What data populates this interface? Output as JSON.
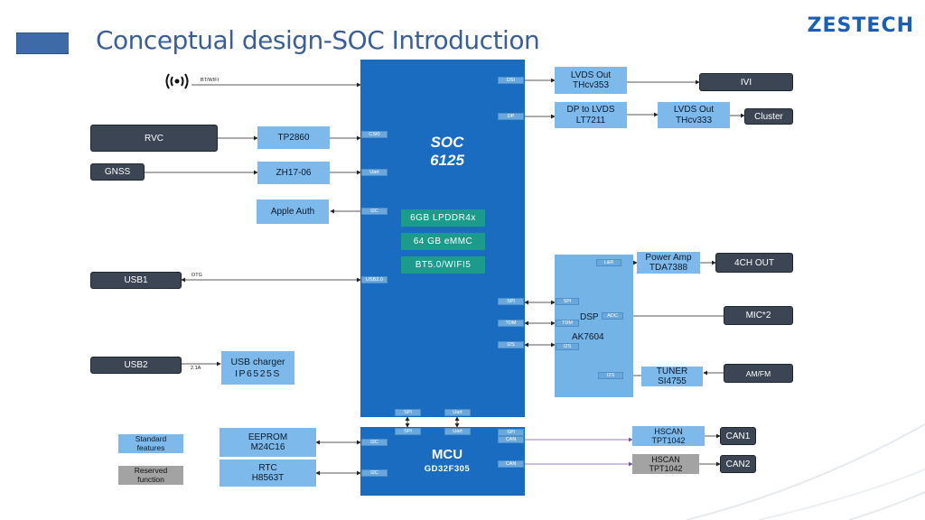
{
  "header": {
    "title": "Conceptual design-SOC Introduction",
    "logo": "ZESTECH"
  },
  "soc": {
    "line1": "SOC",
    "line2": "6125"
  },
  "memory": {
    "ram": "6GB LPDDR4x",
    "emmc": "64 GB eMMC",
    "wireless": "BT5.0/WIFI5"
  },
  "mcu": {
    "name": "MCU",
    "part": "GD32F305"
  },
  "dsp": {
    "name": "DSP",
    "part": "AK7604"
  },
  "blocks": {
    "rvc": "RVC",
    "gnss": "GNSS",
    "usb1": "USB1",
    "usb2": "USB2",
    "tp2860": "TP2860",
    "zh17": "ZH17-06",
    "apple_auth": "Apple Auth",
    "usb_charger_l1": "USB charger",
    "usb_charger_l2": "IP6525S",
    "lvds_out1_l1": "LVDS Out",
    "lvds_out1_l2": "THcv353",
    "dp_lvds_l1": "DP to LVDS",
    "dp_lvds_l2": "LT7211",
    "lvds_out2_l1": "LVDS Out",
    "lvds_out2_l2": "THcv333",
    "ivi": "IVI",
    "cluster": "Cluster",
    "power_amp_l1": "Power Amp",
    "power_amp_l2": "TDA7388",
    "out4ch": "4CH OUT",
    "mic": "MIC*2",
    "tuner_l1": "TUNER",
    "tuner_l2": "SI4755",
    "amfm": "AM/FM",
    "eeprom_l1": "EEPROM",
    "eeprom_l2": "M24C16",
    "rtc_l1": "RTC",
    "rtc_l2": "H8563T",
    "hscan1_l1": "HSCAN",
    "hscan1_l2": "TPT1042",
    "hscan2_l1": "HSCAN",
    "hscan2_l2": "TPT1042",
    "can1": "CAN1",
    "can2": "CAN2"
  },
  "legend": {
    "std_l1": "Standard",
    "std_l2": "features",
    "res_l1": "Reserved",
    "res_l2": "function"
  },
  "pins": {
    "dsi": "DSI",
    "dp": "DP",
    "csi0": "CSI0",
    "uart1": "Uart",
    "i2c1": "I2C",
    "usb20": "USB2.0",
    "spi_soc": "SPI",
    "tdm_soc": "TDM",
    "i2s_soc": "I2S",
    "spi_dsp": "SPI",
    "tdm_dsp": "TDM",
    "i2s_dsp": "I2S",
    "lr_dsp": "L&R",
    "adc_dsp": "ADC",
    "i2s_dsp2": "I2S",
    "spi_soc_b": "SPI",
    "uart_soc_b": "Uart",
    "spi_mcu_t": "SPI",
    "uart_mcu_t": "Uart",
    "i2c_mcu1": "I2C",
    "i2c_mcu2": "I2C",
    "spican_mcu_1": "SPI",
    "spican_mcu_2": "CAN",
    "can_mcu": "CAN"
  },
  "line_labels": {
    "btwifi": "BT/WIFI",
    "otg": "OTG",
    "charge": "2.1A"
  },
  "colors": {
    "soc_blue": "#1a6cc1",
    "standard": "#7db9ea",
    "reserved": "#a3a3a3",
    "dark": "#3b4554",
    "memory": "#1c9a8c"
  }
}
